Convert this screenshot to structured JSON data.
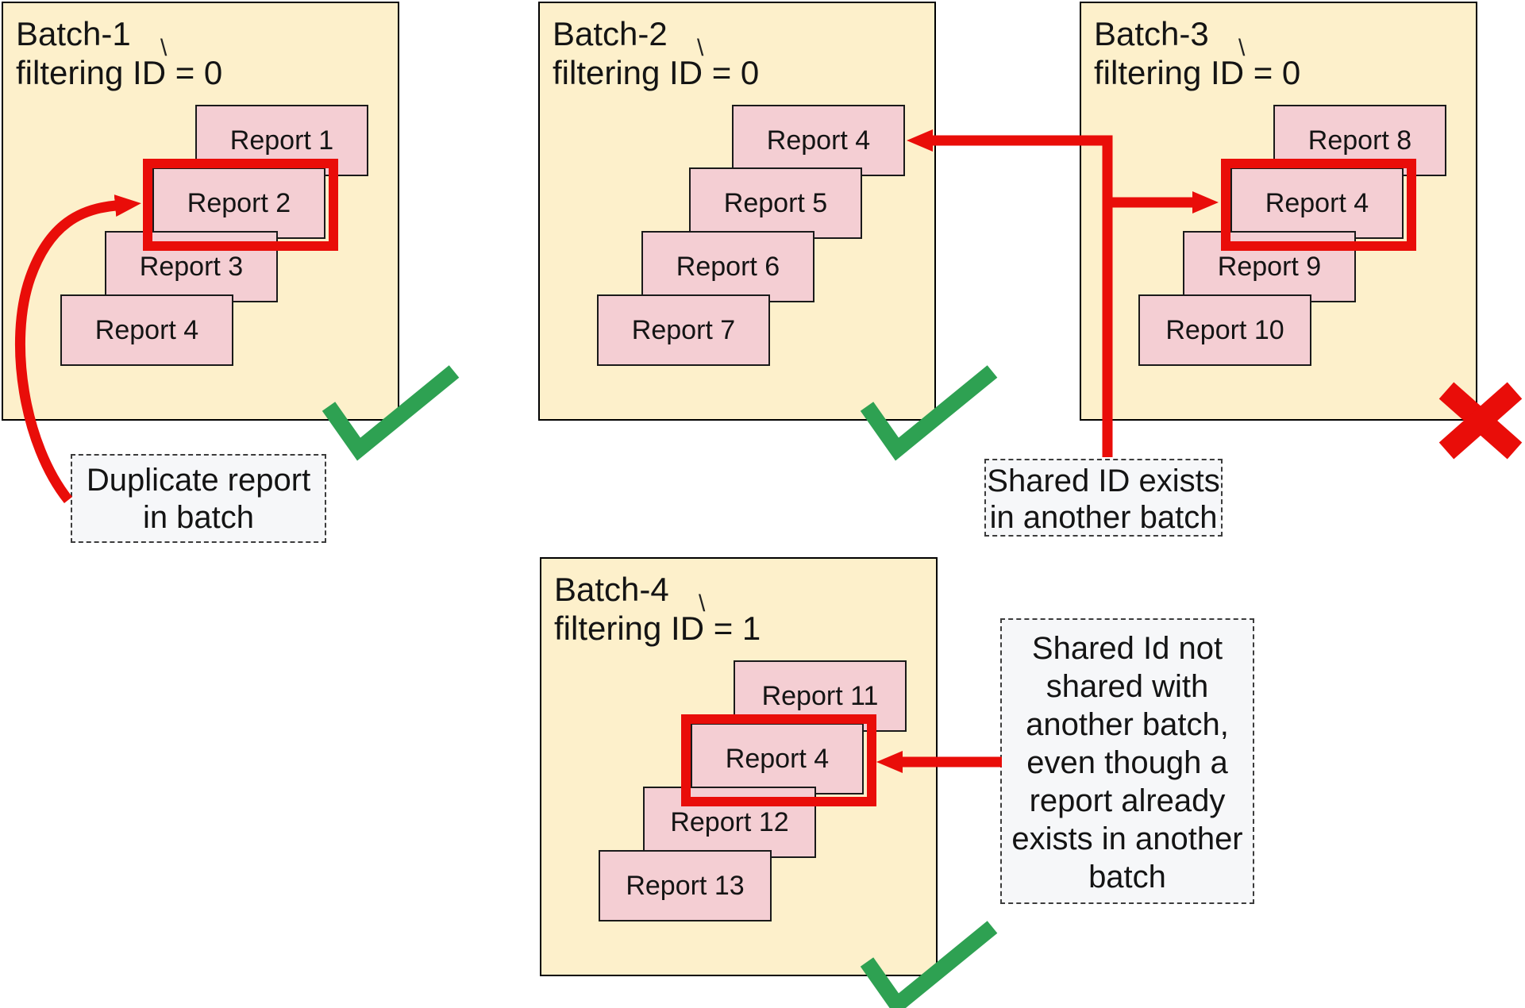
{
  "page": {
    "background": "#ffffff"
  },
  "colors": {
    "batch_fill": "#FDF0CB",
    "report_fill": "#F4CED3",
    "accent_red": "#E90D09",
    "accent_green": "#2EA152",
    "note_fill": "#F6F7F9",
    "border_black": "#000000"
  },
  "icons": {
    "pass": "green-checkmark",
    "fail": "red-cross"
  },
  "batches": [
    {
      "name": "Batch-1",
      "title_line1": "Batch-1",
      "title_line2": "filtering ID = 0",
      "stray_mark": "\\",
      "result": "pass",
      "reports": [
        {
          "label": "Report 1",
          "highlighted": false
        },
        {
          "label": "Report 2",
          "highlighted": true
        },
        {
          "label": "Report 3",
          "highlighted": false
        },
        {
          "label": "Report 4",
          "highlighted": false
        }
      ]
    },
    {
      "name": "Batch-2",
      "title_line1": "Batch-2",
      "title_line2": "filtering ID = 0",
      "stray_mark": "\\",
      "result": "pass",
      "reports": [
        {
          "label": "Report 4",
          "highlighted": false
        },
        {
          "label": "Report 5",
          "highlighted": false
        },
        {
          "label": "Report 6",
          "highlighted": false
        },
        {
          "label": "Report 7",
          "highlighted": false
        }
      ]
    },
    {
      "name": "Batch-3",
      "title_line1": "Batch-3",
      "title_line2": "filtering ID = 0",
      "stray_mark": "\\",
      "result": "fail",
      "reports": [
        {
          "label": "Report 8",
          "highlighted": false
        },
        {
          "label": "Report 4",
          "highlighted": true
        },
        {
          "label": "Report 9",
          "highlighted": false
        },
        {
          "label": "Report 10",
          "highlighted": false
        }
      ]
    },
    {
      "name": "Batch-4",
      "title_line1": "Batch-4",
      "title_line2": "filtering ID = 1",
      "stray_mark": "\\",
      "result": "pass",
      "reports": [
        {
          "label": "Report 11",
          "highlighted": false
        },
        {
          "label": "Report 4",
          "highlighted": true
        },
        {
          "label": "Report 12",
          "highlighted": false
        },
        {
          "label": "Report 13",
          "highlighted": false
        }
      ]
    }
  ],
  "annotations": {
    "duplicate": {
      "lines": [
        "Duplicate report",
        "in batch"
      ]
    },
    "shared_exists": {
      "lines": [
        "Shared ID exists",
        "in another batch"
      ]
    },
    "shared_not": {
      "lines": [
        "Shared Id not",
        "shared with",
        "another batch,",
        "even though a",
        "report already",
        "exists in another",
        "batch"
      ]
    }
  }
}
